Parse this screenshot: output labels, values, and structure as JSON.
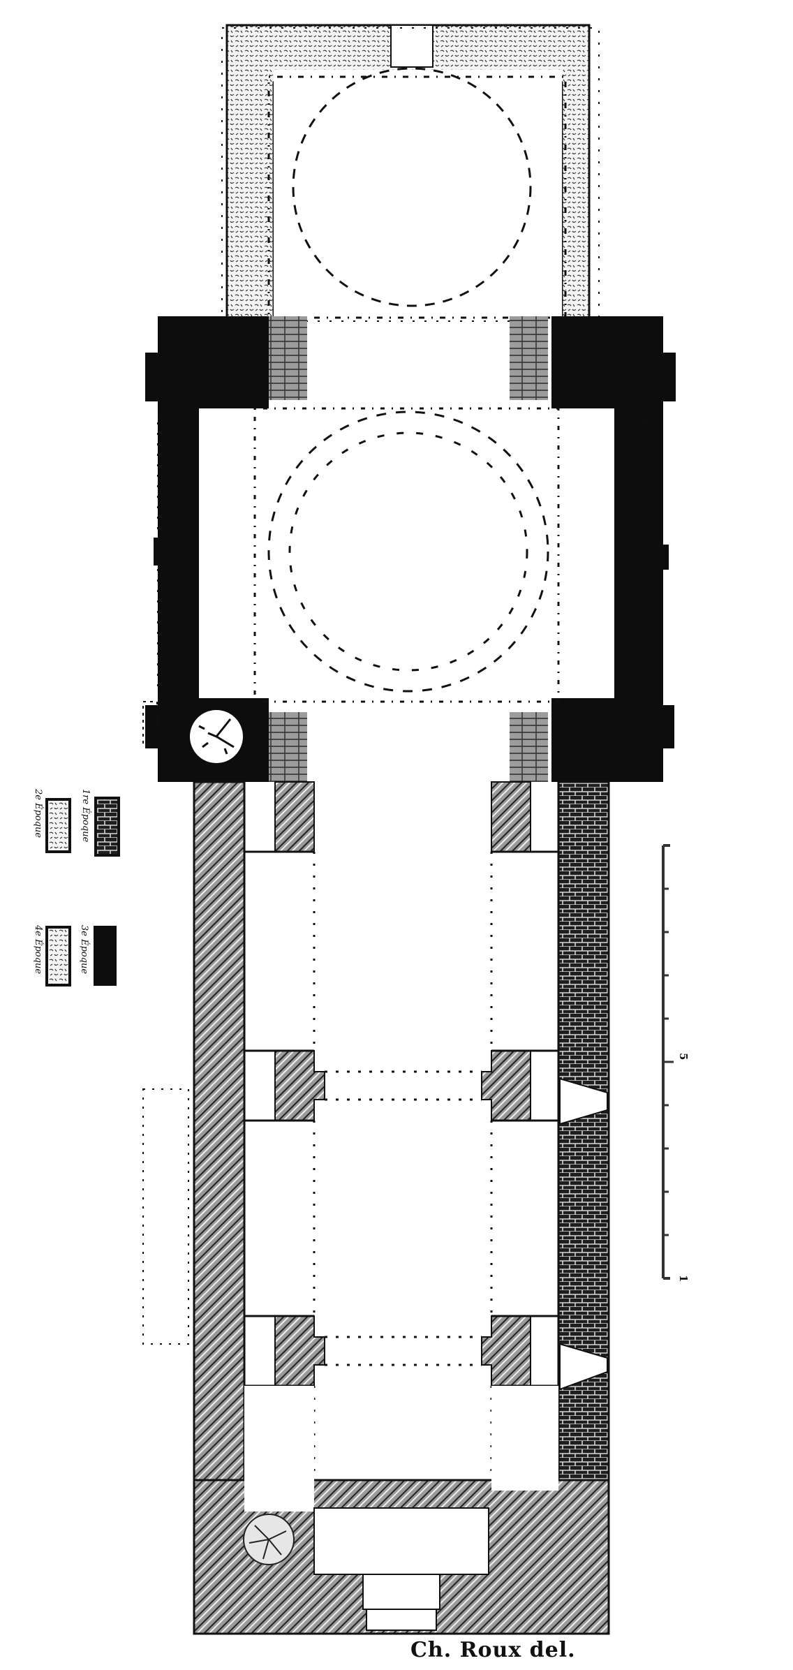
{
  "drawing": {
    "type": "architectural-floor-plan",
    "caption": "Ch. Roux del.",
    "legend": [
      {
        "label": "1re Époque",
        "pattern": "brickwork"
      },
      {
        "label": "2e Époque",
        "pattern": "diagonal-hatch"
      },
      {
        "label": "3e Époque",
        "pattern": "solid-black"
      },
      {
        "label": "4e Époque",
        "pattern": "stipple"
      }
    ],
    "scale_bar": {
      "labels": [
        "5",
        "1"
      ],
      "ticks": 10
    },
    "colors": {
      "ink": "#111111",
      "paper": "#ffffff",
      "hatch_gray": "#8a8a8a",
      "brick_dark": "#2a2a2a"
    }
  }
}
